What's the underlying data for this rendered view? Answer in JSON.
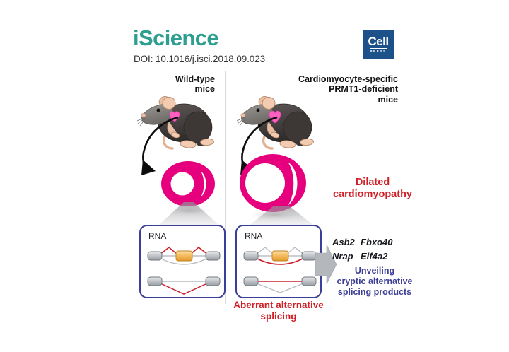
{
  "header": {
    "journal": "iScience",
    "doi": "DOI: 10.1016/j.isci.2018.09.023",
    "publisher_logo": {
      "name": "Cell",
      "subtitle": "PRESS"
    }
  },
  "panels": {
    "left": {
      "heading": "Wild-type\nmice",
      "mouse_alt": "wild-type-mouse",
      "heart_alt": "normal-heart-cross-section",
      "rna_label": "RNA"
    },
    "right": {
      "heading": "Cardiomyocyte-specific\nPRMT1-deficient\nmice",
      "mouse_alt": "prmt1-deficient-mouse",
      "heart_alt": "dilated-heart-cross-section",
      "rna_label": "RNA"
    }
  },
  "annotations": {
    "dilated_cardiomyopathy": "Dilated\ncardiomyopathy",
    "aberrant_splicing": "Aberrant alternative\nsplicing",
    "unveiling": "Unveiling\ncryptic alternative\nsplicing products"
  },
  "genes": [
    {
      "col1": "Asb2",
      "col2": "Fbxo40"
    },
    {
      "col1": "Nrap",
      "col2": "Eif4a2"
    }
  ],
  "colors": {
    "journal_teal": "#2e9e91",
    "cellpress_blue": "#1c5289",
    "heart_magenta": "#e6007e",
    "heart_pink": "#ff6ec7",
    "red_label": "#cf2027",
    "blue_label": "#3d3f96",
    "rna_box_border": "#3a3f97",
    "exon_gray": "#b9bcc1",
    "exon_orange": "#f0a93c",
    "splice_red": "#c8202c",
    "splice_gray": "#a9adb4",
    "mouse_body": "#4a4543",
    "mouse_head": "#8a8784",
    "mouse_skin": "#f0c3a6",
    "divider": "#d8d8dd"
  }
}
